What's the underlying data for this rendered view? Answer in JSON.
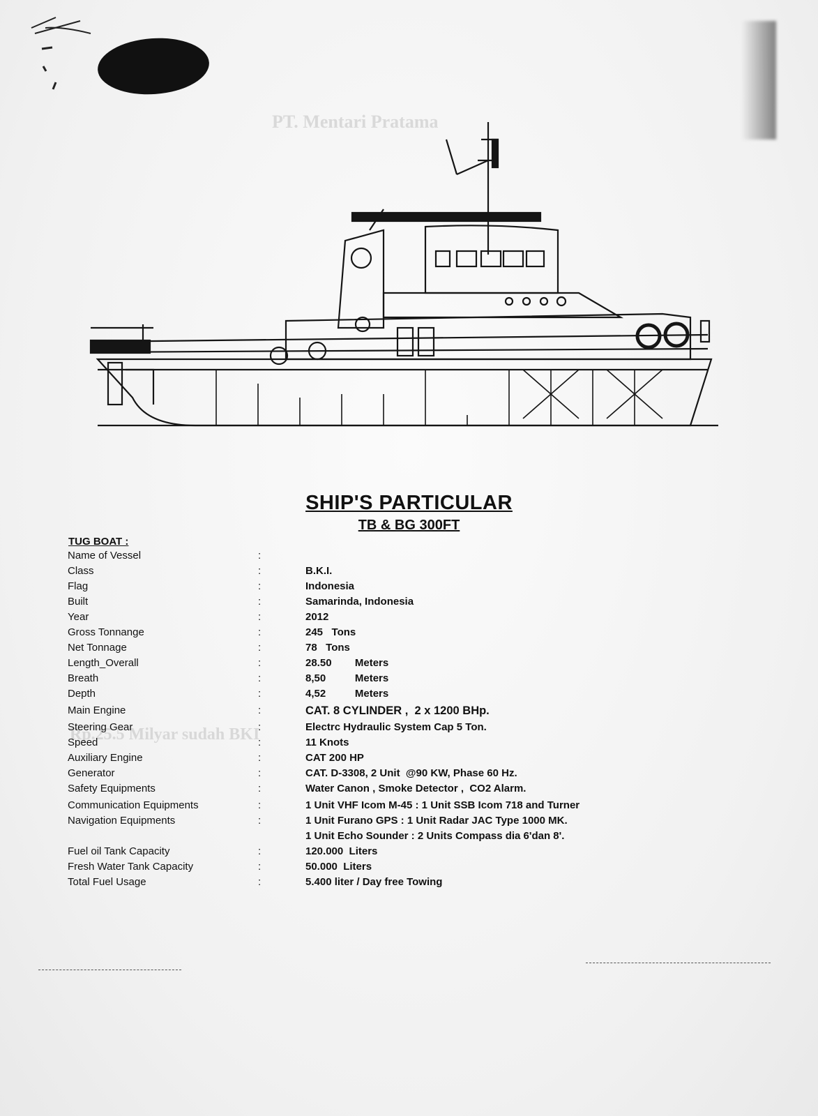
{
  "document": {
    "title": "SHIP'S PARTICULAR",
    "subtitle": "TB & BG 300FT",
    "section_heading": "TUG BOAT :"
  },
  "specs": [
    {
      "label": "Name of Vessel",
      "value": ""
    },
    {
      "label": "Class",
      "value": "B.K.I."
    },
    {
      "label": "Flag",
      "value": "Indonesia"
    },
    {
      "label": "Built",
      "value": "Samarinda, Indonesia"
    },
    {
      "label": "Year",
      "value": "2012"
    },
    {
      "label": "Gross Tonnange",
      "value": "245   Tons"
    },
    {
      "label": "Net Tonnage",
      "value": "78   Tons"
    },
    {
      "label": "Length_Overall",
      "value": "28.50        Meters"
    },
    {
      "label": "Breath",
      "value": "8,50          Meters"
    },
    {
      "label": "Depth",
      "value": "4,52          Meters"
    },
    {
      "label": "Main Engine",
      "value": "CAT. 8 CYLINDER ,  2 x 1200 BHp."
    },
    {
      "label": "Steering Gear",
      "value": "Electrc Hydraulic System Cap 5 Ton."
    },
    {
      "label": "Speed",
      "value": "11 Knots"
    },
    {
      "label": "Auxiliary Engine",
      "value": "CAT 200 HP"
    },
    {
      "label": "Generator",
      "value": "CAT. D-3308, 2 Unit  @90 KW, Phase 60 Hz."
    },
    {
      "label": "Safety Equipments",
      "value": "Water Canon , Smoke Detector ,  CO2 Alarm."
    },
    {
      "label": "Communication Equipments",
      "value": "1 Unit VHF Icom M-45 : 1 Unit SSB Icom 718 and Turner"
    },
    {
      "label": "Navigation Equipments",
      "value": "1 Unit Furano GPS : 1 Unit Radar JAC Type 1000 MK."
    },
    {
      "label": "",
      "value": "1 Unit Echo Sounder : 2 Units Compass dia 6'dan 8'."
    },
    {
      "label": "Fuel oil Tank Capacity",
      "value": "120.000  Liters"
    },
    {
      "label": "Fresh Water Tank Capacity",
      "value": "50.000  Liters"
    },
    {
      "label": "Total Fuel Usage",
      "value": "5.400 liter / Day free Towing"
    }
  ]
}
